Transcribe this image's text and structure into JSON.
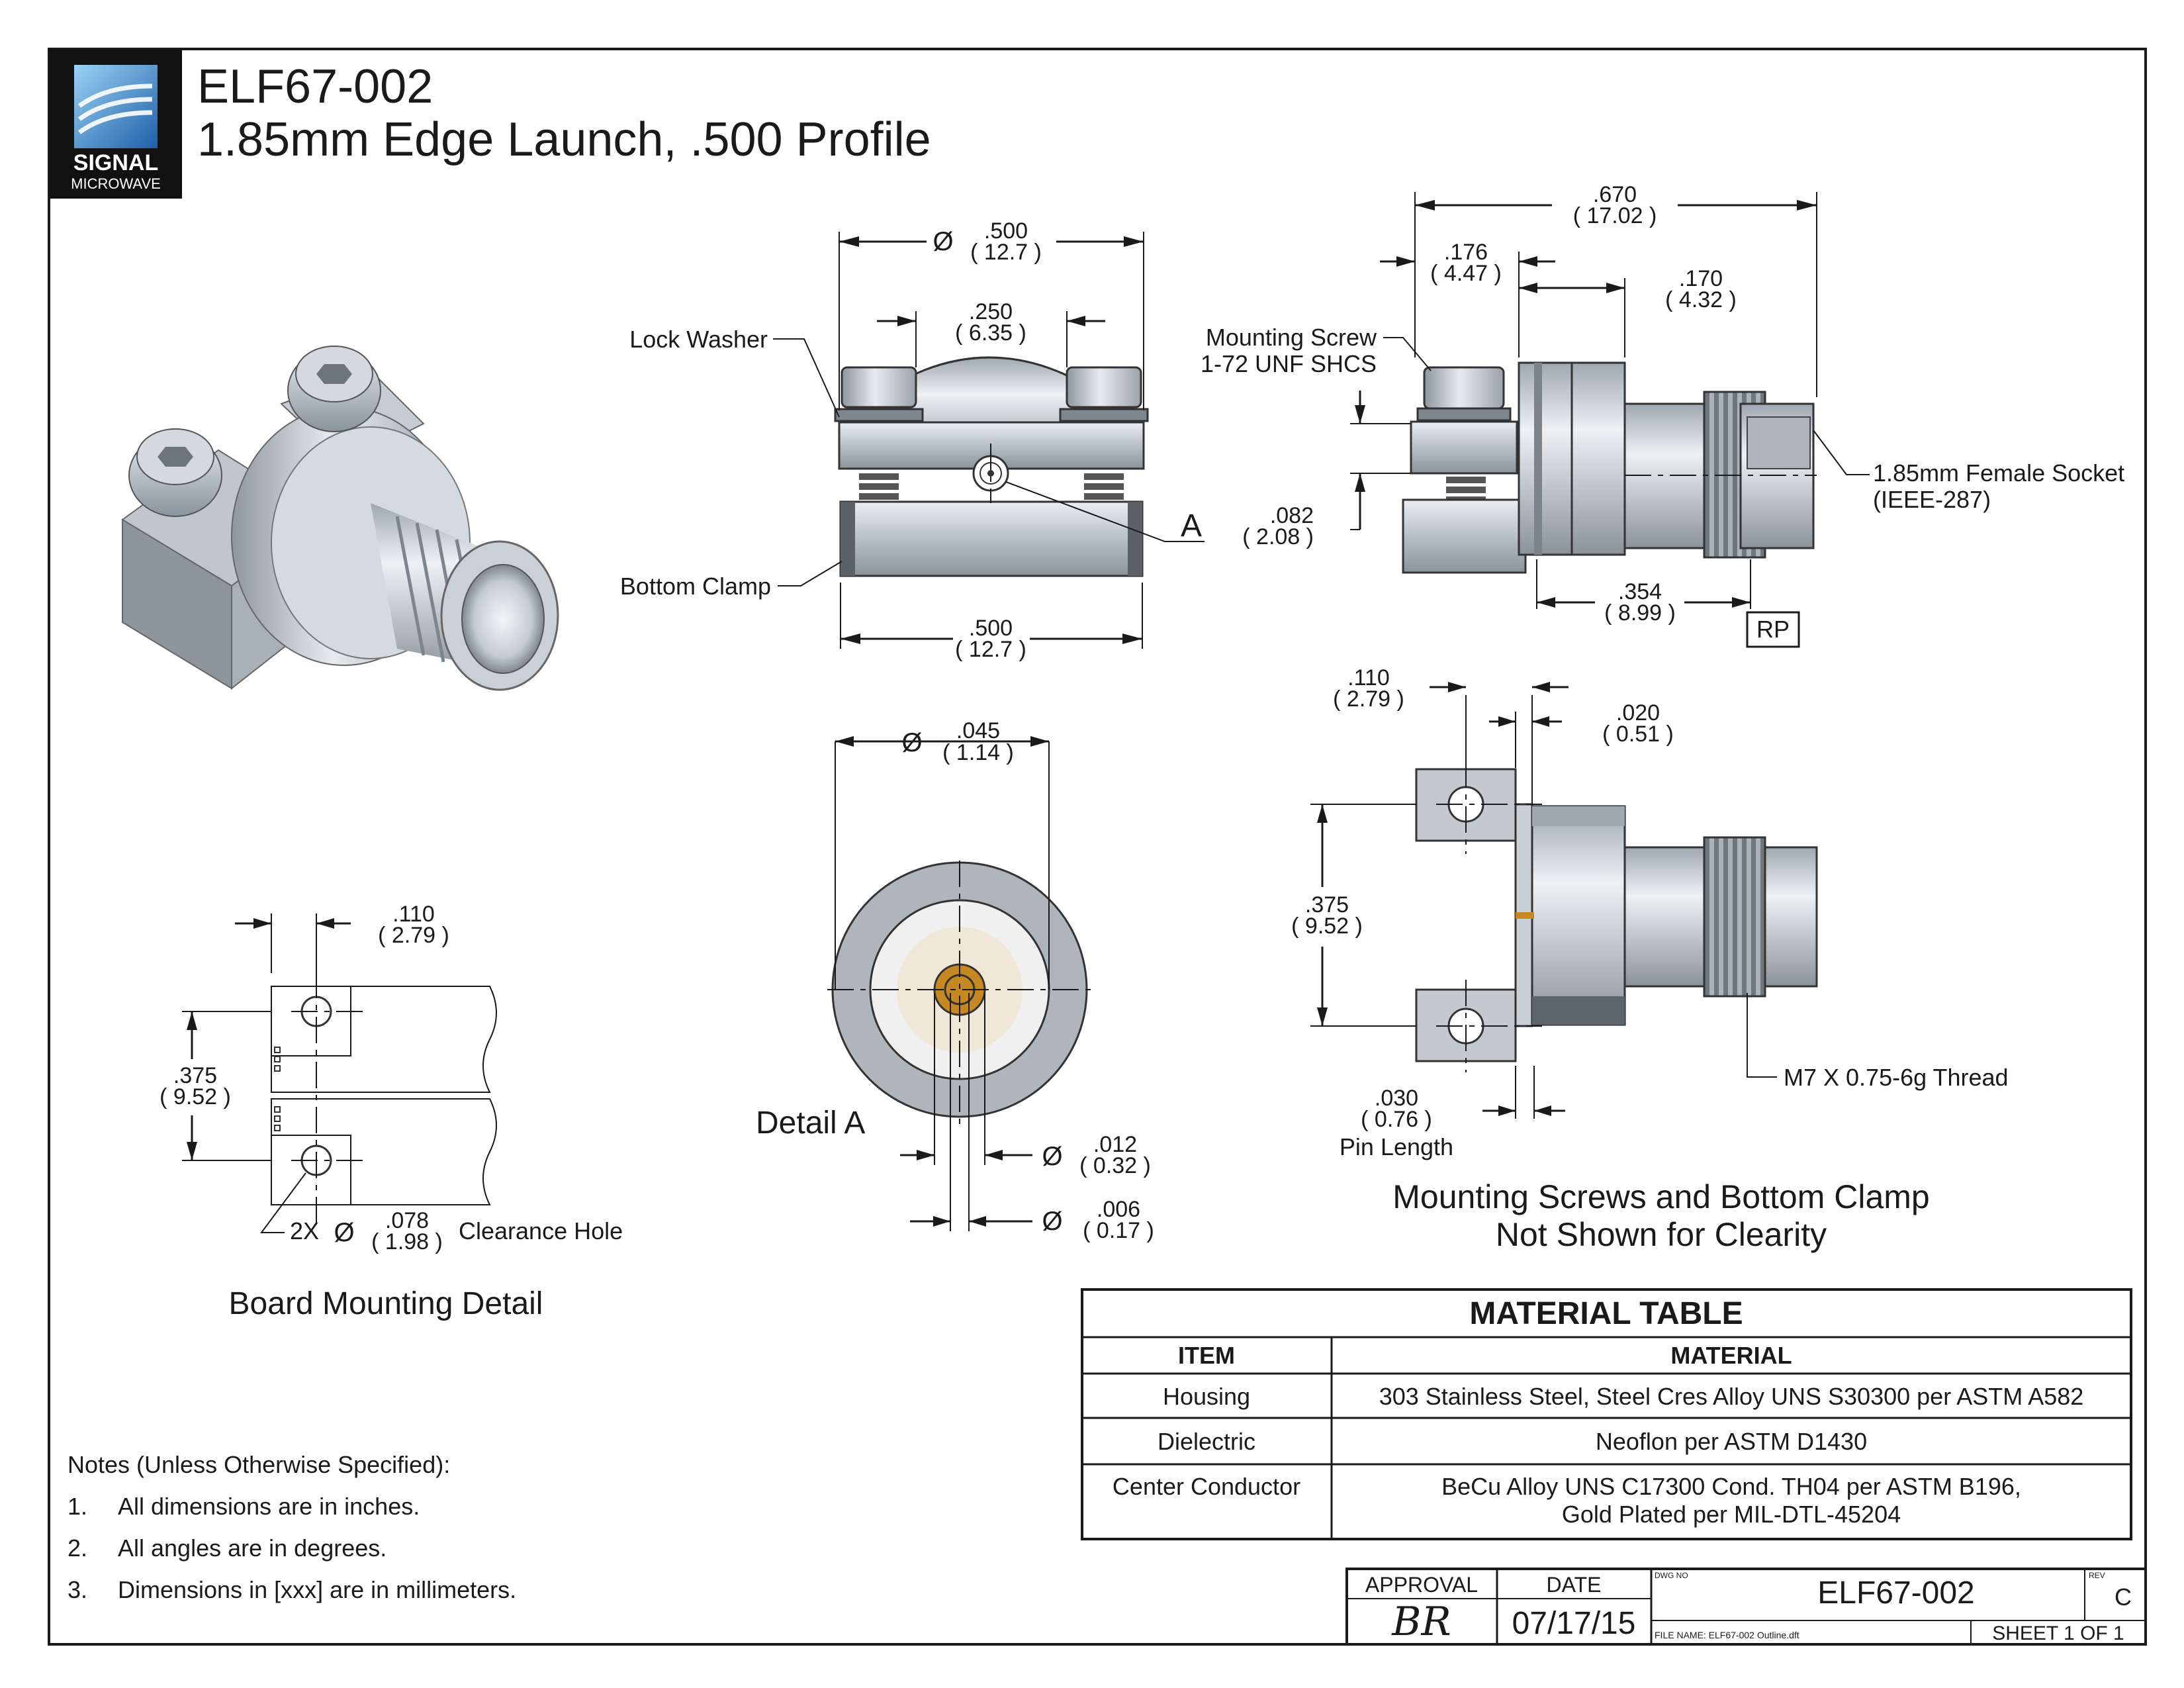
{
  "logo": {
    "line1": "SIGNAL",
    "line2": "MICROWAVE"
  },
  "title": {
    "part_number": "ELF67-002",
    "description": "1.85mm Edge Launch, .500 Profile"
  },
  "front_view": {
    "dia_top": {
      "in": ".500",
      "mm": "( 12.7 )"
    },
    "spacing": {
      "in": ".250",
      "mm": "( 6.35 )"
    },
    "width_bottom": {
      "in": ".500",
      "mm": "( 12.7 )"
    },
    "lock_washer": "Lock Washer",
    "bottom_clamp": "Bottom Clamp",
    "detail_ref": "A"
  },
  "side_view": {
    "overall": {
      "in": ".670",
      "mm": "( 17.02 )"
    },
    "d176": {
      "in": ".176",
      "mm": "( 4.47 )"
    },
    "d170": {
      "in": ".170",
      "mm": "( 4.32 )"
    },
    "d082": {
      "in": ".082",
      "mm": "( 2.08 )"
    },
    "d354": {
      "in": ".354",
      "mm": "( 8.99 )"
    },
    "rp": "RP",
    "mounting_screw_1": "Mounting Screw",
    "mounting_screw_2": "1-72 UNF SHCS",
    "socket_1": "1.85mm Female Socket",
    "socket_2": "(IEEE-287)"
  },
  "detail_a": {
    "dia_045": {
      "in": ".045",
      "mm": "( 1.14 )"
    },
    "dia_012": {
      "in": ".012",
      "mm": "( 0.32 )"
    },
    "dia_006": {
      "in": ".006",
      "mm": "( 0.17 )"
    },
    "label": "Detail  A"
  },
  "top_view": {
    "d110": {
      "in": ".110",
      "mm": "( 2.79 )"
    },
    "d020": {
      "in": ".020",
      "mm": "( 0.51 )"
    },
    "d375": {
      "in": ".375",
      "mm": "( 9.52 )"
    },
    "d030": {
      "in": ".030",
      "mm": "( 0.76 )"
    },
    "pin_length": "Pin Length",
    "thread": "M7 X 0.75-6g Thread",
    "caption_1": "Mounting Screws and Bottom Clamp",
    "caption_2": "Not Shown for Clearity"
  },
  "board_detail": {
    "d110": {
      "in": ".110",
      "mm": "( 2.79 )"
    },
    "d375": {
      "in": ".375",
      "mm": "( 9.52 )"
    },
    "hole_prefix": "2X",
    "hole": {
      "in": ".078",
      "mm": "( 1.98 )"
    },
    "hole_suffix": "Clearance Hole",
    "caption": "Board Mounting Detail"
  },
  "notes": {
    "heading": "Notes (Unless Otherwise Specified):",
    "items": [
      {
        "num": "1.",
        "text": "All dimensions are in inches."
      },
      {
        "num": "2.",
        "text": "All angles are in degrees."
      },
      {
        "num": "3.",
        "text": "Dimensions in [xxx] are in millimeters."
      }
    ]
  },
  "material_table": {
    "title": "MATERIAL TABLE",
    "headers": [
      "ITEM",
      "MATERIAL"
    ],
    "rows": [
      {
        "item": "Housing",
        "material": [
          "303 Stainless Steel, Steel Cres Alloy UNS S30300 per ASTM A582"
        ]
      },
      {
        "item": "Dielectric",
        "material": [
          "Neoflon per ASTM D1430"
        ]
      },
      {
        "item": "Center Conductor",
        "material": [
          "BeCu Alloy UNS C17300 Cond. TH04 per ASTM B196,",
          "Gold Plated per MIL-DTL-45204"
        ]
      }
    ]
  },
  "title_block": {
    "approval_label": "APPROVAL",
    "approval_sig": "BR",
    "date_label": "DATE",
    "date": "07/17/15",
    "dwg_no_label": "DWG NO",
    "dwg_no": "ELF67-002",
    "rev_label": "REV",
    "rev": "C",
    "file_name": "FILE NAME: ELF67-002 Outline.dft",
    "sheet": "SHEET 1 OF 1"
  }
}
